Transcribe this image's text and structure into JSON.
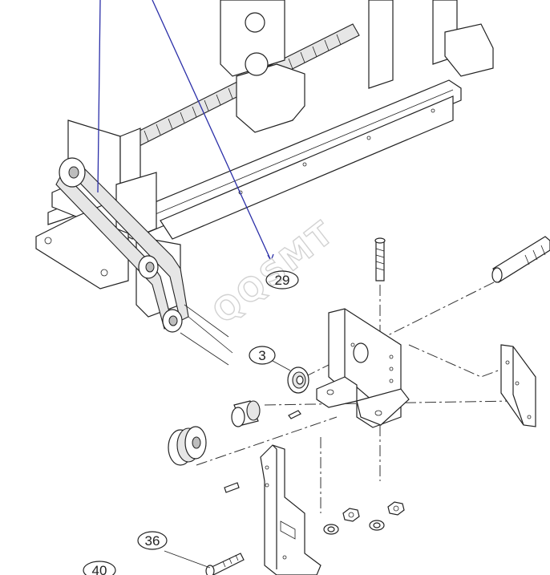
{
  "diagram": {
    "callouts": [
      {
        "id": "c29",
        "label": "29"
      },
      {
        "id": "c3",
        "label": "3"
      },
      {
        "id": "c36",
        "label": "36"
      },
      {
        "id": "c40",
        "label": "40"
      }
    ],
    "watermark": "QQSMT"
  },
  "colors": {
    "leader": "#2b2fa8",
    "line": "#222222",
    "background": "#ffffff"
  }
}
